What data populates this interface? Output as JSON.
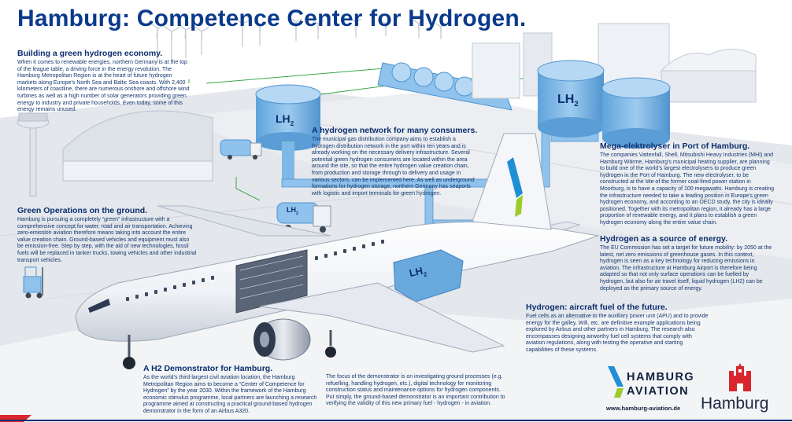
{
  "title": "Hamburg: Competence Center for Hydrogen.",
  "sections": {
    "renewable": {
      "heading": "Building a green hydrogen economy.",
      "body": "When it comes to renewable energies, northern Germany is at the top of the league table, a driving force in the energy revolution. The Hamburg Metropolitan Region is at the heart of future hydrogen markets along Europe’s North Sea and Baltic Sea coasts. With 2,400 kilometers of coastline, there are numerous onshore and offshore wind turbines as well as a high number of solar generators providing green energy to industry and private households. Even today, some of this energy remains unused."
    },
    "network": {
      "heading": "A hydrogen network for many consumers.",
      "body": "The municipal gas distribution company aims to establish a hydrogen distribution network in the port within ten years and is already working on the necessary delivery infrastructure. Several potential green hydrogen consumers are located within the area around the site, so that the entire hydrogen value creation chain, from production and storage through to delivery and usage in various sectors, can be implemented here. As well as underground formations for hydrogen storage, northern Germany has seaports with logistic and import terminals for green hydrogen."
    },
    "electrolyser": {
      "heading": "Mega-elektrolyser in Port of Hamburg.",
      "body": "The companies Vattenfall, Shell, Mitsubishi Heavy Industries (MHI) and Hamburg Wärme, Hamburg’s municipal heating supplier, are planning to build one of the world’s largest electrolysers to produce green hydrogen in the Port of Hamburg. The new electrolyser, to be constructed at the site of the former coal-fired power station in Moorburg, is to have a capacity of 100 megawatts. Hamburg is creating the infrastructure needed to take a leading position in Europe’s green hydrogen economy, and according to an OECD study, the city is ideally positioned. Together with its metropolitan region, it already has a large proportion of renewable energy, and it plans to establish a green hydrogen economy along the entire value chain."
    },
    "ground_ops": {
      "heading": "Green Operations on the ground.",
      "body": "Hamburg is pursuing a completely “green” infrastructure with a comprehensive concept for water, road and air transportation. Achieving zero-emission aviation therefore means taking into account the entire value creation chain. Ground-based vehicles and equipment must also be emission-free. Step by step, with the aid of new technologies, fossil fuels will be replaced in tanker trucks, towing vehicles and other industrial transport vehicles."
    },
    "source": {
      "heading": "Hydrogen as a source of energy.",
      "body": "The EU Commission has set a target for future mobility: by 2050 at the latest, net zero emissions of greenhouse gases. In this context, hydrogen is seen as a key technology for reducing emissions in aviation. The infrastructure at Hamburg Airport is therefore being adapted so that not only surface operations can be fuelled by hydrogen, but also for air travel itself, liquid hydrogen (LH2) can be deployed as the primary source of energy."
    },
    "aircraft_fuel": {
      "heading": "Hydrogen: aircraft fuel of the future.",
      "body": "Fuel cells as an alternative to the auxiliary power unit (APU) and to provide energy for the galley, Wifi, etc. are definitive example applications being explored by Airbus and other partners in Hamburg. The research also encompasses designing airworthy fuel cell systems that comply with aviation regulations, along with testing the operative and starting capabilities of these systems."
    },
    "demonstrator": {
      "heading": "A H2 Demonstrator for Hamburg.",
      "body_left": "As the world’s third-largest civil aviation location, the Hamburg Metropolitan Region aims to become a “Center of Competence for Hydrogen” by the year 2030. Within the framework of the Hamburg economic stimulus programme, local partners are launching a research programme aimed at constructing a practical ground-based hydrogen demonstrator in the form of an Airbus A320.",
      "body_right": "The focus of the demonstrator is on investigating ground processes (e.g. refuelling, handling hydrogen, etc.), digital technology for monitoring construction status and maintenance options for hydrogen components. Put simply, the ground-based demonstrator is an important contribution to verifying the validity of this new primary fuel - hydrogen - in aviation."
    }
  },
  "tank_labels": {
    "main": "LH",
    "sub": "2"
  },
  "logos": {
    "hamburg_aviation_line1": "HAMBURG",
    "hamburg_aviation_line2": "AVIATION",
    "website": "www.hamburg-aviation.de",
    "city": "Hamburg"
  },
  "colors": {
    "title_blue": "#0b3a8c",
    "text_navy": "#0b2e6e",
    "tank_blue": "#7fb8e6",
    "tail_green": "#9ccc2a",
    "tail_blue": "#1f8fd6",
    "crest_red": "#d9262e",
    "network_green": "#3aa64a"
  }
}
